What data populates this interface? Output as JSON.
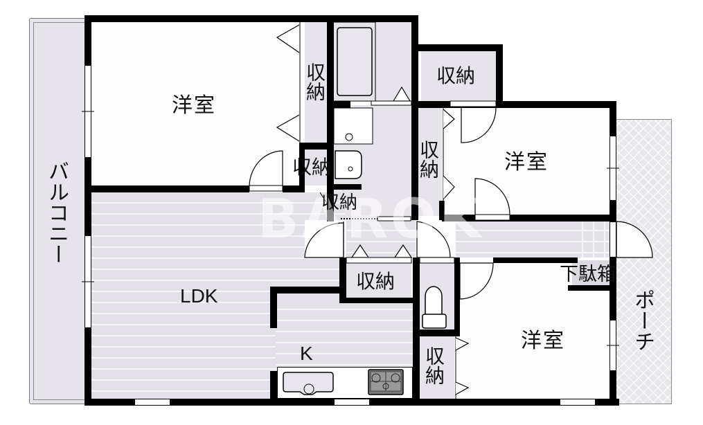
{
  "floorplan": {
    "rooms": {
      "western_room_1": {
        "label": "洋室"
      },
      "western_room_2": {
        "label": "洋室"
      },
      "western_room_3": {
        "label": "洋室"
      },
      "ldk": {
        "label": "LDK"
      },
      "kitchen": {
        "label": "K"
      },
      "balcony": {
        "label": "バルコニー"
      },
      "porch": {
        "label": "ポーチ"
      },
      "shoe_box": {
        "label": "下駄箱"
      }
    },
    "storage": [
      {
        "id": "closet-room1",
        "label": "収納"
      },
      {
        "id": "closet-top-right",
        "label": "収納"
      },
      {
        "id": "closet-room2",
        "label": "収納"
      },
      {
        "id": "closet-small-left",
        "label": "収納"
      },
      {
        "id": "closet-washroom",
        "label": "収納"
      },
      {
        "id": "closet-hall",
        "label": "収納"
      },
      {
        "id": "closet-room3",
        "label": "収納"
      }
    ],
    "watermark": "BAROK",
    "colors": {
      "wall": "#000000",
      "floor_grey": "#e6e3ea",
      "floor_white": "#fdfdfe",
      "porch": "#e9e6ec"
    }
  }
}
